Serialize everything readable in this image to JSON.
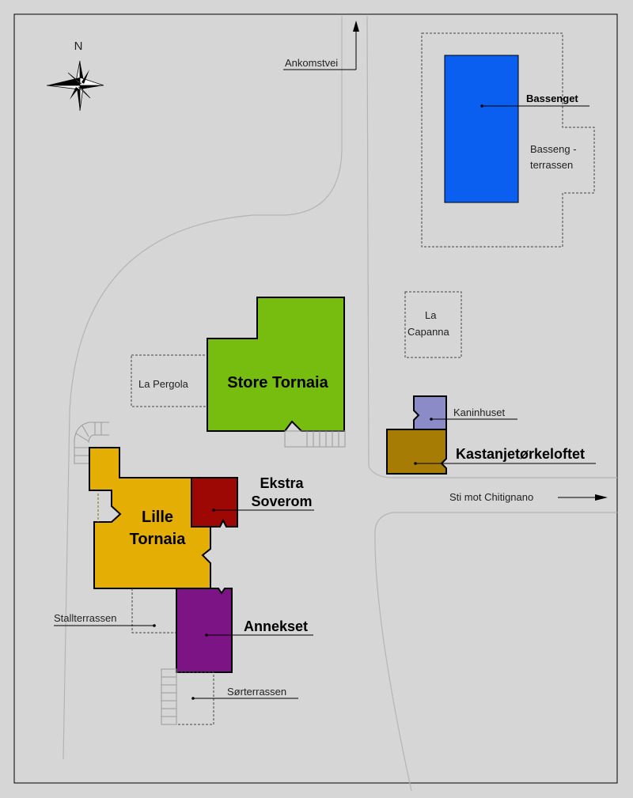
{
  "compass": {
    "north_label": "N"
  },
  "roads": {
    "arrival_road": "Ankomstvei",
    "path_label": "Sti mot Chitignano"
  },
  "areas": {
    "pool": "Bassenget",
    "pool_terrace_line1": "Basseng -",
    "pool_terrace_line2": "terrassen",
    "la_capanna_line1": "La",
    "la_capanna_line2": "Capanna",
    "la_pergola": "La Pergola",
    "stallterrassen": "Stallterrassen",
    "sorterrassen": "Sørterrassen"
  },
  "buildings": {
    "store_tornaia": "Store Tornaia",
    "lille_tornaia_line1": "Lille",
    "lille_tornaia_line2": "Tornaia",
    "ekstra_soverom_line1": "Ekstra",
    "ekstra_soverom_line2": "Soverom",
    "annekset": "Annekset",
    "kaninhuset": "Kaninhuset",
    "kastanjetorkeloftet": "Kastanjetørkeloftet"
  },
  "colors": {
    "background": "#d6d6d6",
    "pool": "#0a5ff0",
    "store_tornaia": "#77bd10",
    "lille_tornaia": "#e4ae05",
    "ekstra_soverom": "#9d0805",
    "annekset": "#7d1486",
    "kaninhuset": "#8b8bc8",
    "kastanjetorkeloftet": "#a67c04"
  }
}
